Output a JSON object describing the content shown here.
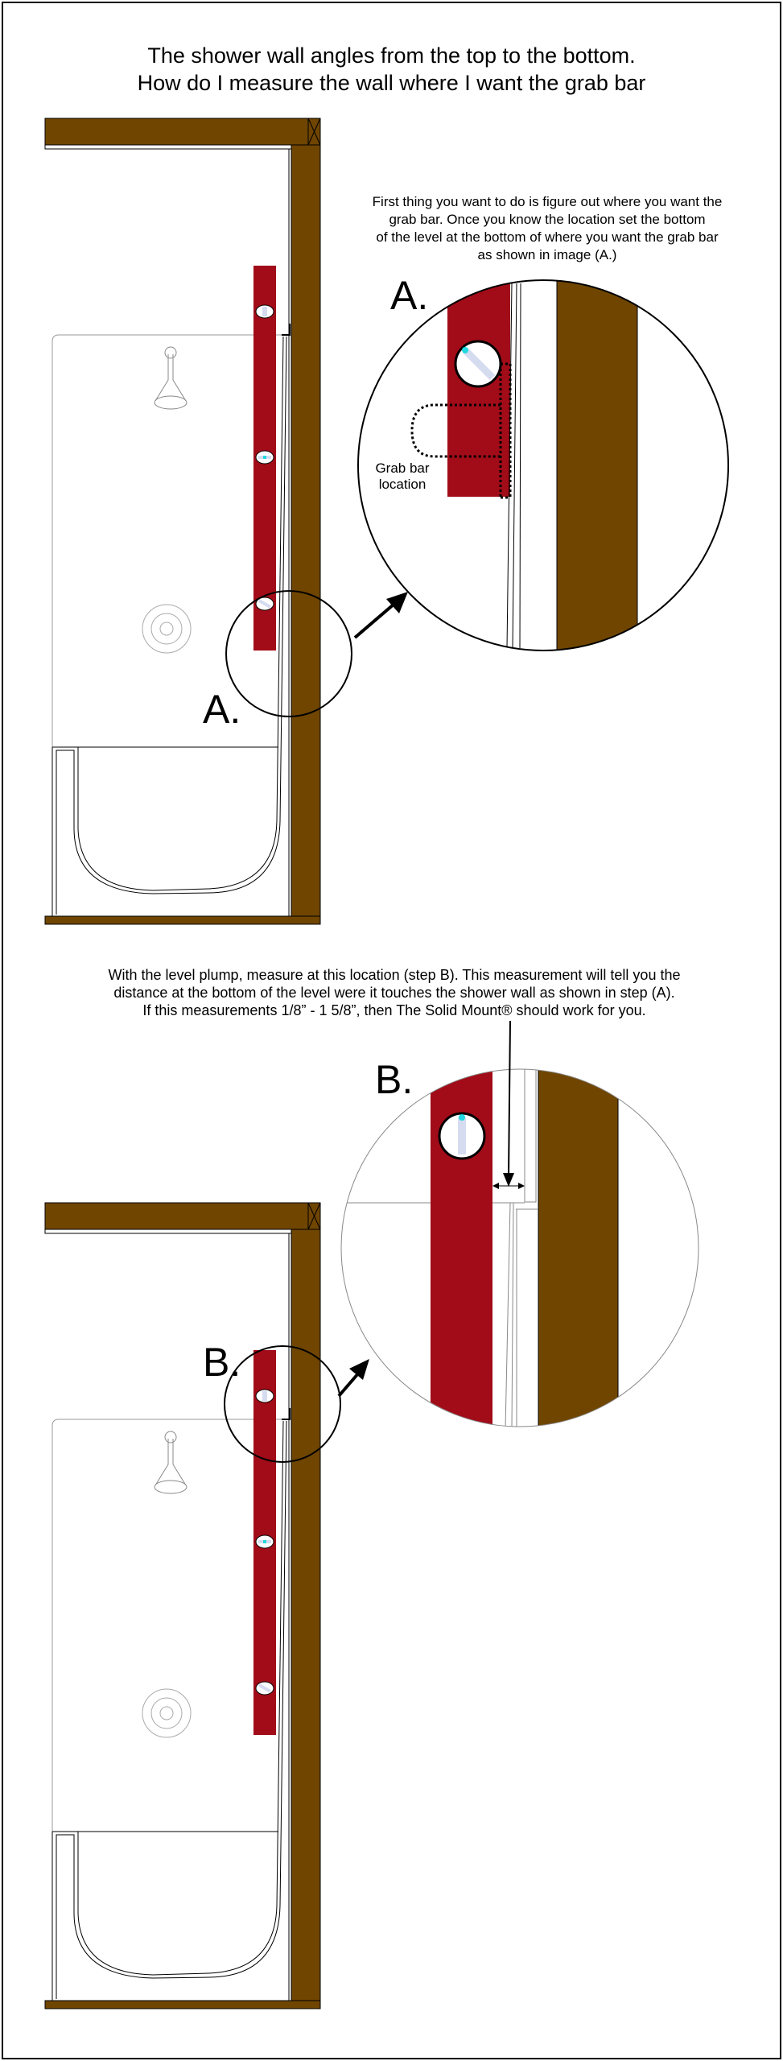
{
  "title": {
    "line1": "The shower wall angles from the top to the bottom.",
    "line2": "How do I measure the wall where I want the grab bar"
  },
  "step_a": {
    "instructions": [
      "First thing you want to do is figure out where you want the",
      "grab bar. Once you know the location set the bottom",
      "of the level at the bottom of where you want the grab bar",
      "as shown in image (A.)"
    ],
    "label": "A.",
    "detail_label": "A.",
    "grab_bar_label_line1": "Grab bar",
    "grab_bar_label_line2": "location"
  },
  "step_b": {
    "instructions": [
      "With the level plump, measure at this location (step B). This measurement will tell you the",
      "distance at the bottom of the level were it touches the shower wall as shown in step (A).",
      "If this measurements 1/8” - 1 5/8”, then The Solid Mount® should work for you."
    ],
    "label": "B.",
    "detail_label": "B."
  },
  "colors": {
    "wood": "#6f4500",
    "level": "#a10c18",
    "vial": "#d6dcf0",
    "bubble": "#22d8e0"
  }
}
